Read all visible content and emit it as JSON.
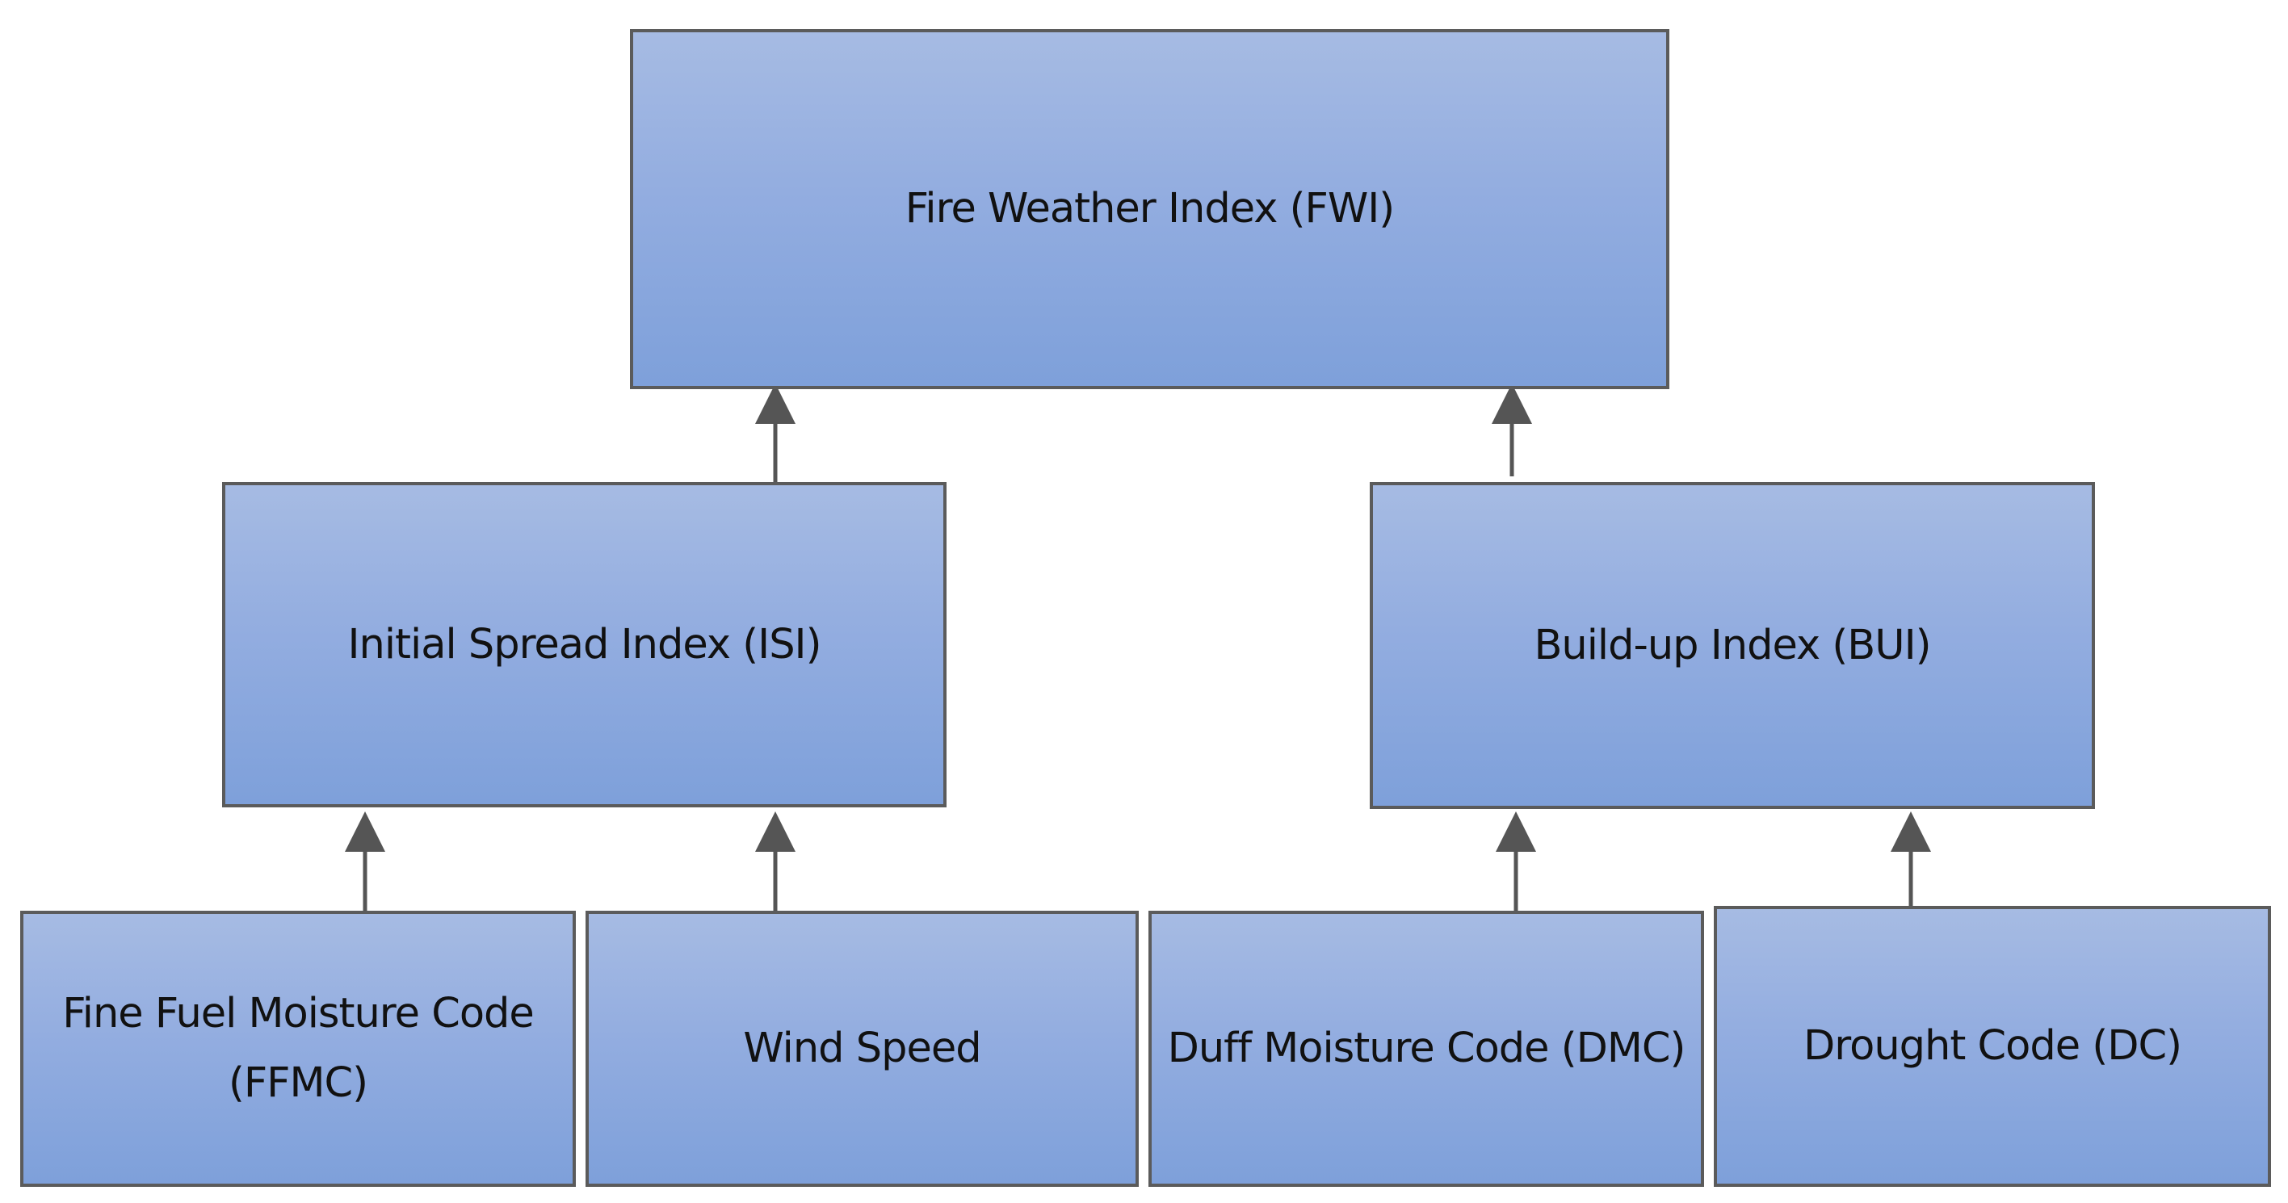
{
  "diagram": {
    "nodes": {
      "fwi": {
        "label": "Fire Weather Index (FWI)"
      },
      "isi": {
        "label": "Initial Spread Index (ISI)"
      },
      "bui": {
        "label": "Build-up Index (BUI)"
      },
      "ffmc": {
        "label": "Fine Fuel Moisture Code\n(FFMC)"
      },
      "wind": {
        "label": "Wind Speed"
      },
      "dmc": {
        "label": "Duff Moisture Code (DMC)"
      },
      "dc": {
        "label": "Drought Code (DC)"
      }
    },
    "edges": [
      {
        "from": "isi",
        "to": "fwi"
      },
      {
        "from": "bui",
        "to": "fwi"
      },
      {
        "from": "ffmc",
        "to": "isi"
      },
      {
        "from": "wind",
        "to": "isi"
      },
      {
        "from": "dmc",
        "to": "bui"
      },
      {
        "from": "dc",
        "to": "bui"
      }
    ],
    "colors": {
      "box_fill_top": "#a6bbe3",
      "box_fill_bottom": "#7ea0da",
      "box_border": "#5b5b5b",
      "arrow": "#555555",
      "text": "#111111"
    }
  }
}
